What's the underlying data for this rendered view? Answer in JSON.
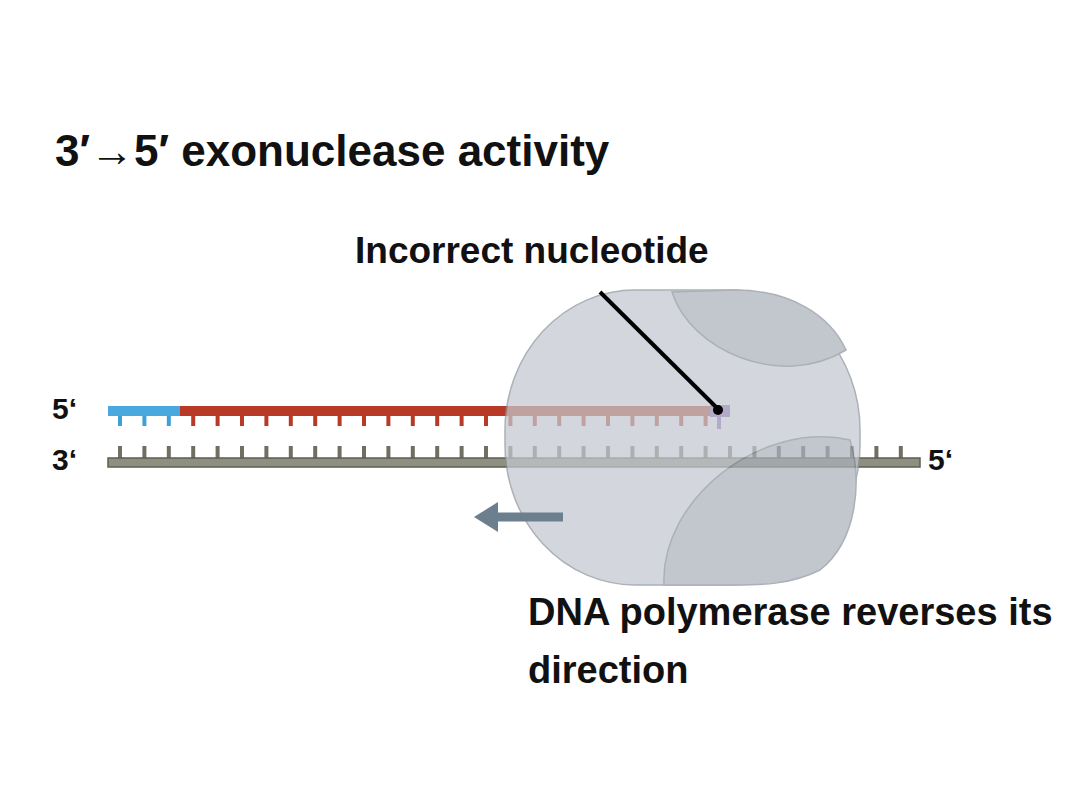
{
  "diagram": {
    "title": "3′→5′ exonuclease activity",
    "labels": [
      "Incorrect nucleotide",
      "5‘",
      "3‘",
      "5‘",
      "DNA polymerase reverses its direction"
    ]
  }
}
